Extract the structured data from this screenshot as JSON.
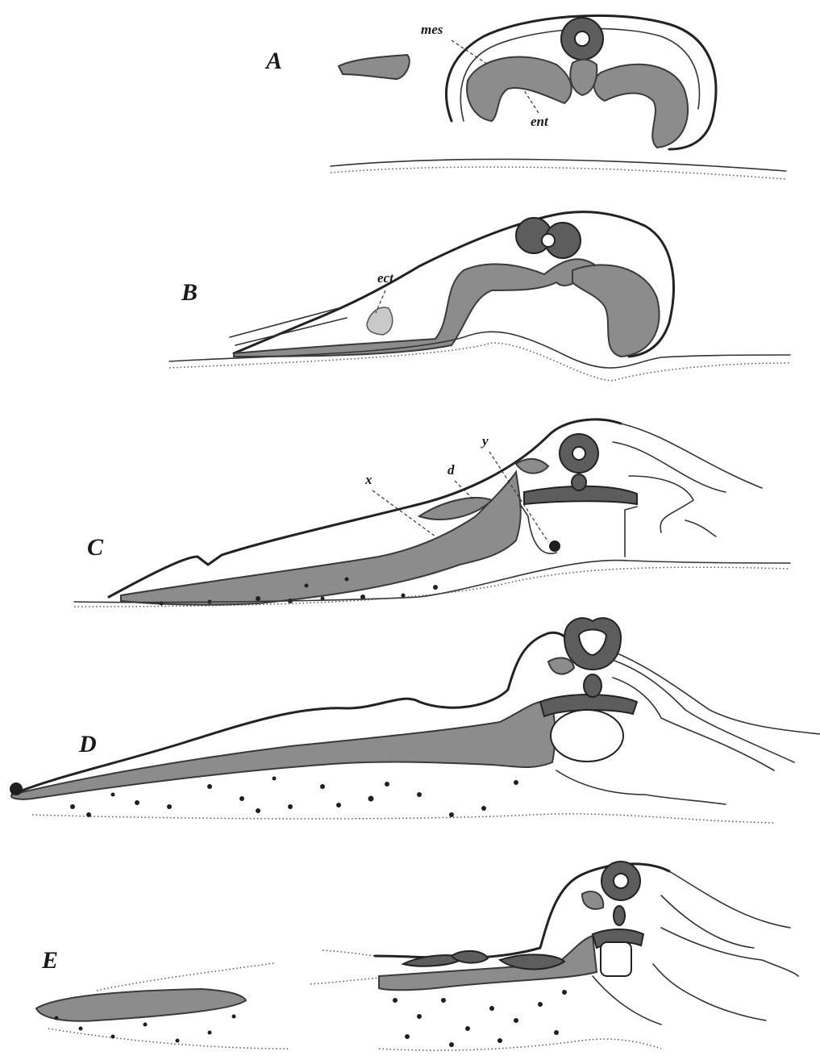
{
  "figures": [
    {
      "id": "A",
      "letter": "A",
      "labels": [
        "mes",
        "ent"
      ]
    },
    {
      "id": "B",
      "letter": "B",
      "labels": [
        "ect"
      ]
    },
    {
      "id": "C",
      "letter": "C",
      "labels": [
        "x",
        "d",
        "y"
      ]
    },
    {
      "id": "D",
      "letter": "D",
      "labels": []
    },
    {
      "id": "E",
      "letter": "E",
      "labels": []
    }
  ],
  "labels": {
    "mes": "mes",
    "ent": "ent",
    "ect": "ect",
    "x": "x",
    "d": "d",
    "y": "y"
  },
  "colors": {
    "tissue": "#8c8c8c",
    "tissue_dark": "#5d5d5d",
    "outline": "#222222",
    "background": "#ffffff"
  }
}
